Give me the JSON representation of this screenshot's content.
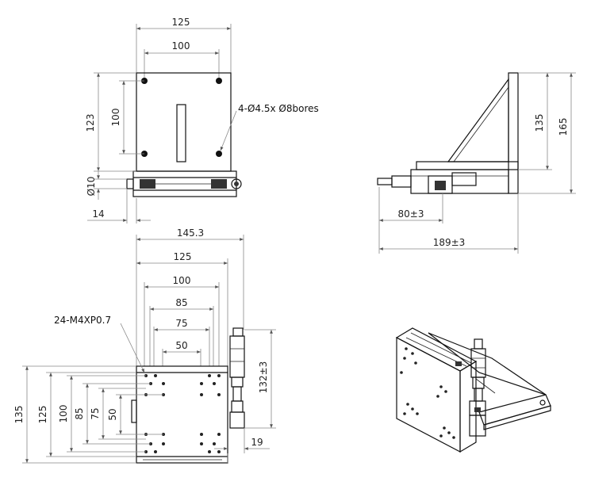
{
  "top_view": {
    "dims": {
      "w125": "125",
      "w100": "100",
      "h123": "123",
      "h100": "100",
      "d10": "Ø10",
      "w14": "14"
    },
    "note": "4-Ø4.5x Ø8bores"
  },
  "side_view": {
    "dims": {
      "h135": "135",
      "h165": "165",
      "w80": "80±3",
      "w189": "189±3"
    }
  },
  "front_view": {
    "dims": {
      "w145": "145.3",
      "w125": "125",
      "w100": "100",
      "w85": "85",
      "w75": "75",
      "w50": "50",
      "h135": "135",
      "h125": "125",
      "h100": "100",
      "h85": "85",
      "h75": "75",
      "h50": "50",
      "h132": "132±3",
      "w19": "19"
    },
    "note": "24-M4XP0.7"
  }
}
